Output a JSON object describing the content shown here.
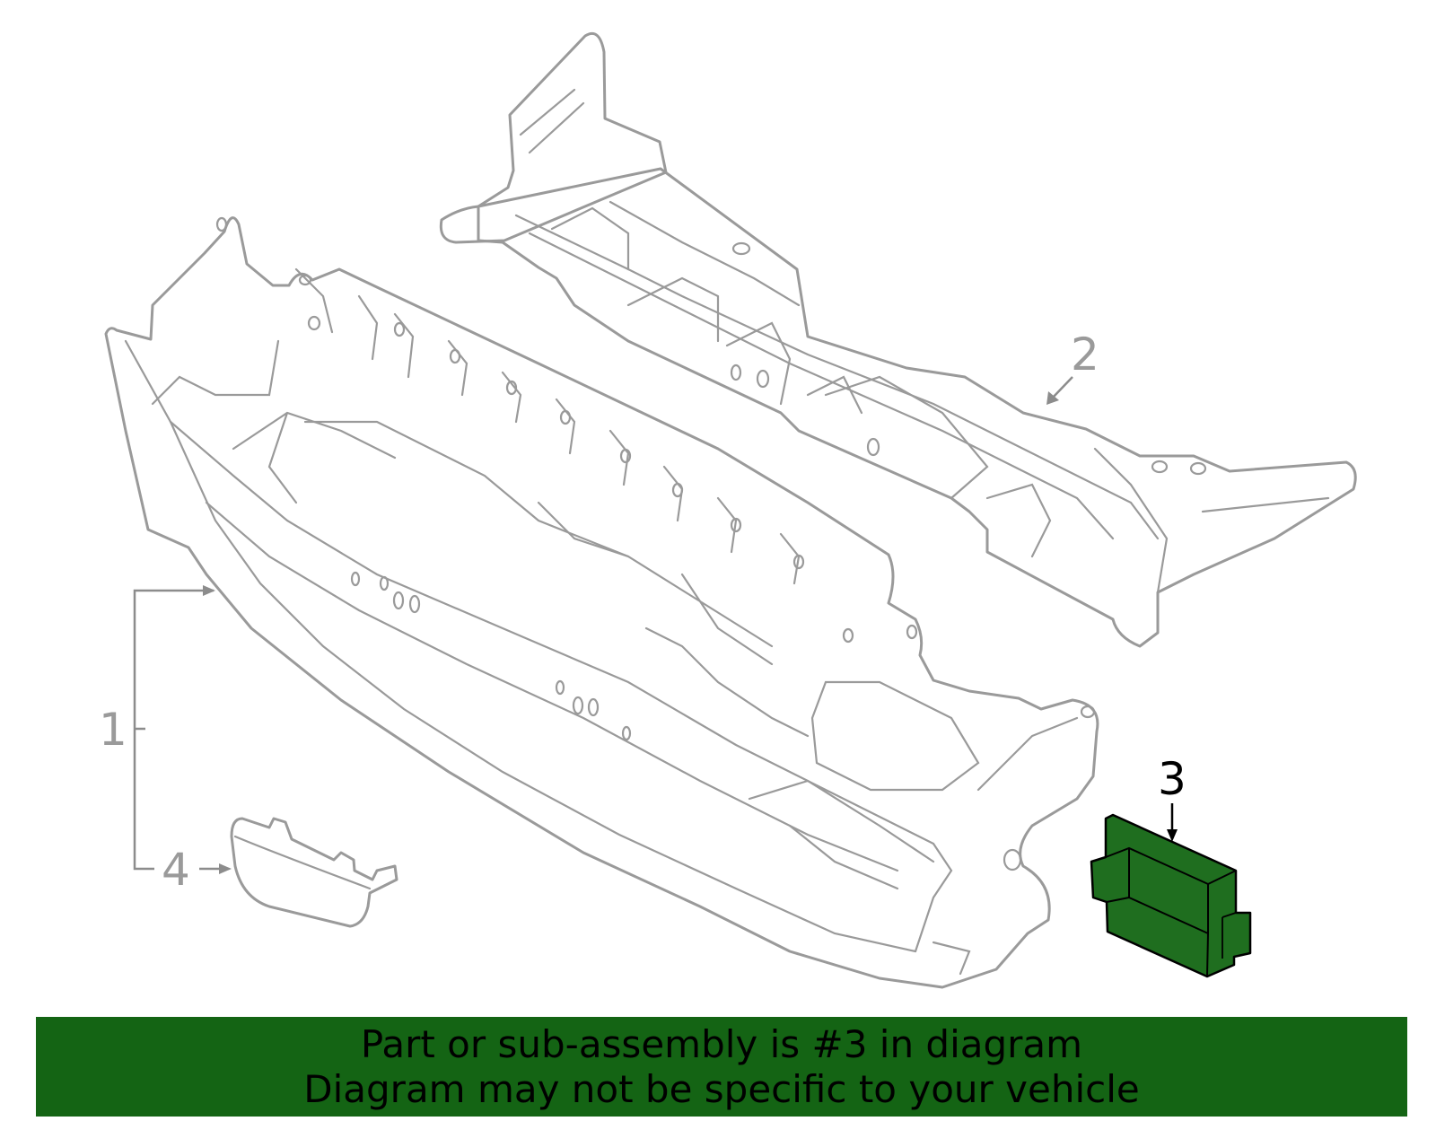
{
  "diagram": {
    "callouts": [
      {
        "id": "1",
        "label": "1",
        "highlighted": false
      },
      {
        "id": "2",
        "label": "2",
        "highlighted": false
      },
      {
        "id": "3",
        "label": "3",
        "highlighted": true
      },
      {
        "id": "4",
        "label": "4",
        "highlighted": false
      }
    ],
    "colors": {
      "line_art": "#9a9a9a",
      "highlighted_part": "#1f6e1f",
      "banner_background": "#146414",
      "banner_text": "#000000"
    }
  },
  "banner": {
    "line1": "Part or sub-assembly is #3 in diagram",
    "line2": "Diagram may not be specific to your vehicle"
  }
}
